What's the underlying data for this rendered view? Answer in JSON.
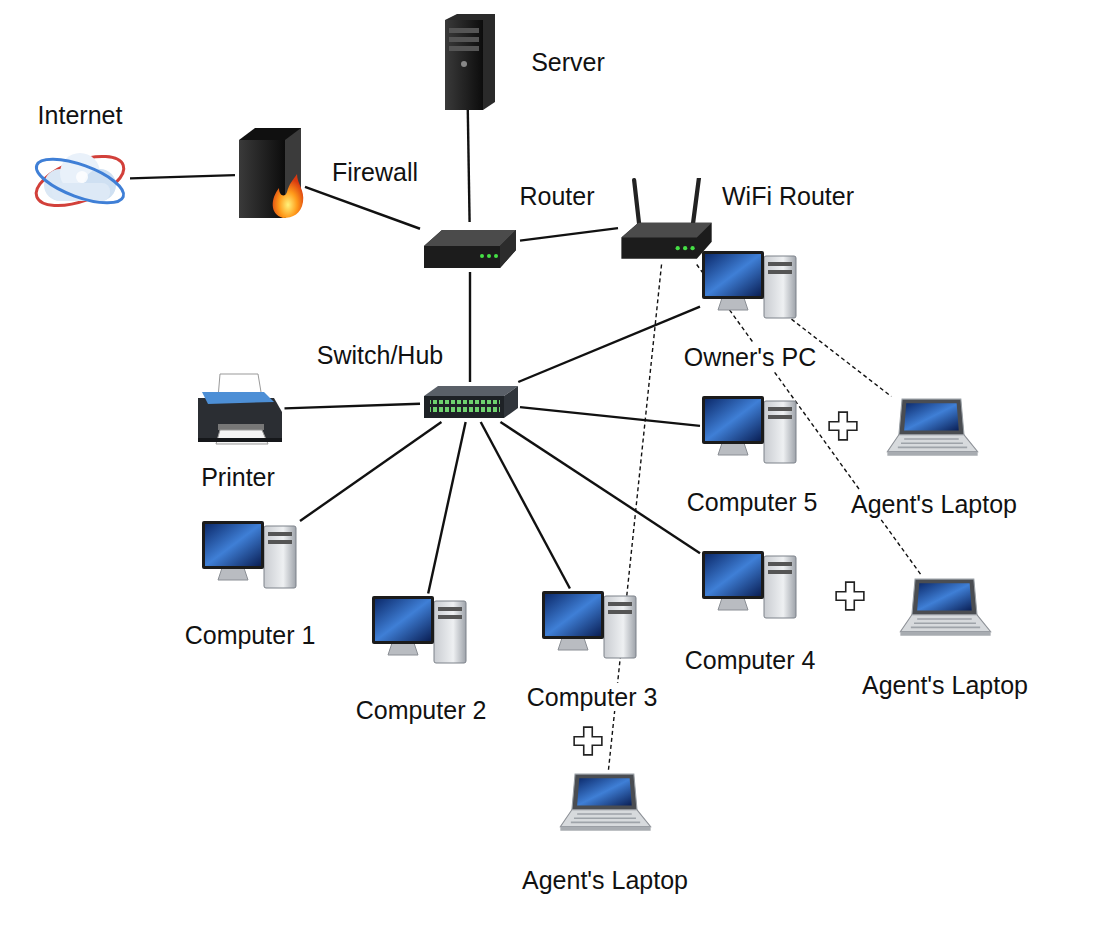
{
  "diagram": {
    "nodes": [
      {
        "text": [
          "Internet"
        ]
      },
      {
        "text": [
          "Firewall"
        ]
      },
      {
        "text": [
          "Server"
        ]
      },
      {
        "text": [
          "Router"
        ]
      },
      {
        "text": [
          "WiFi Router"
        ]
      },
      {
        "text": [
          "Switch/Hub"
        ]
      },
      {
        "text": [
          "Printer"
        ]
      },
      {
        "text": [
          "Owner's PC"
        ]
      },
      {
        "text": [
          "Computer 5"
        ]
      },
      {
        "text": [
          "Agent's Laptop"
        ]
      },
      {
        "text": [
          "Computer 1"
        ]
      },
      {
        "text": [
          "Computer 2"
        ]
      },
      {
        "text": [
          "Computer 3"
        ]
      },
      {
        "text": [
          "Computer 4"
        ]
      },
      {
        "text": [
          "Agent's Laptop"
        ]
      },
      {
        "text": [
          "Agent's Laptop"
        ]
      }
    ],
    "edges": [
      {
        "from": 0,
        "to": 1,
        "arrow": "none"
      },
      {
        "from": 1,
        "to": 3,
        "arrow": "none"
      },
      {
        "from": 2,
        "to": 3,
        "arrow": "none"
      },
      {
        "from": 3,
        "to": 4,
        "arrow": "none"
      },
      {
        "from": 3,
        "to": 5,
        "arrow": "none"
      },
      {
        "from": 5,
        "to": 6,
        "arrow": "none"
      },
      {
        "from": 5,
        "to": 7,
        "arrow": "none"
      },
      {
        "from": 5,
        "to": 8,
        "arrow": "none"
      },
      {
        "from": 5,
        "to": 10,
        "arrow": "none"
      },
      {
        "from": 5,
        "to": 11,
        "arrow": "none"
      },
      {
        "from": 5,
        "to": 12,
        "arrow": "none"
      },
      {
        "from": 5,
        "to": 13,
        "arrow": "none"
      },
      {
        "from": 4,
        "to": 9,
        "arrow": "none"
      },
      {
        "from": 4,
        "to": 14,
        "arrow": "none"
      },
      {
        "from": 4,
        "to": 15,
        "arrow": "none"
      }
    ]
  }
}
